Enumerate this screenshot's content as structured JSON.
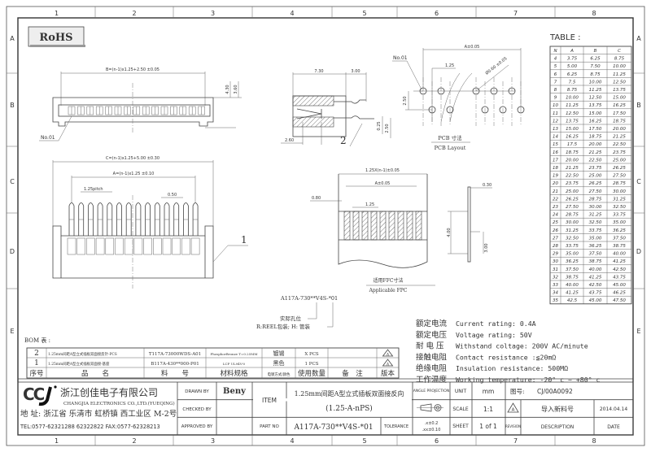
{
  "frame": {
    "columns": [
      "1",
      "2",
      "3",
      "4",
      "5",
      "6",
      "7",
      "8"
    ],
    "rows": [
      "A",
      "B",
      "C",
      "D",
      "E"
    ]
  },
  "rohs": "RoHS",
  "top_view": {
    "dim_b": "B=(n-1)x1.25+2.50 ±0.05",
    "dim_h1": "4.30",
    "dim_h2": "3.60",
    "pin1": "No.01"
  },
  "side_view": {
    "dim_body": "7.30",
    "dim_pin": "3.00",
    "dim_left": "2.60",
    "dim_thick": "0.25",
    "dim_height": "2.50",
    "callout": "2"
  },
  "pcb": {
    "dim_a": "A±0.05",
    "pin1": "No.01",
    "pitch": "1.25",
    "hole": "Ø0.60 ±0.05",
    "row_gap": "2.50",
    "title_cn": "PCB 寸法",
    "title_en": "PCB Layout"
  },
  "front_view": {
    "dim_c": "C=(n-1)x1.25+5.00 ±0.30",
    "dim_a": "A=(n-1)x1.25 ±0.10",
    "pitch": "1.25pitch",
    "gap": "0.50",
    "callout": "1"
  },
  "ffc": {
    "dim_total": "1.25X(n-1)±0.05",
    "dim_a": "A±0.05",
    "dim_edge": "0.80",
    "pitch": "1.25",
    "thickness": "0.30",
    "len1": "4.00",
    "len2": "3.00",
    "title_cn": "适用FFC寸法",
    "title_en": "Applicable FPC"
  },
  "part_code": {
    "code": "A117A-730**V4S-*01",
    "note1": "实际孔位",
    "note2": "R:REEL包装; H: 管装"
  },
  "table": {
    "title": "TABLE :",
    "headers": [
      "N",
      "A",
      "B",
      "C"
    ],
    "rows": [
      [
        "4",
        "3.75",
        "6.25",
        "8.75"
      ],
      [
        "5",
        "5.00",
        "7.50",
        "10.00"
      ],
      [
        "6",
        "6.25",
        "8.75",
        "11.25"
      ],
      [
        "7",
        "7.5",
        "10.00",
        "12.50"
      ],
      [
        "8",
        "8.75",
        "11.25",
        "13.75"
      ],
      [
        "9",
        "10.00",
        "12.50",
        "15.00"
      ],
      [
        "10",
        "11.25",
        "13.75",
        "16.25"
      ],
      [
        "11",
        "12.50",
        "15.00",
        "17.50"
      ],
      [
        "12",
        "13.75",
        "16.25",
        "18.75"
      ],
      [
        "13",
        "15.00",
        "17.50",
        "20.00"
      ],
      [
        "14",
        "16.25",
        "18.75",
        "21.25"
      ],
      [
        "15",
        "17.5",
        "20.00",
        "22.50"
      ],
      [
        "16",
        "18.75",
        "21.25",
        "23.75"
      ],
      [
        "17",
        "20.00",
        "22.50",
        "25.00"
      ],
      [
        "18",
        "21.25",
        "23.75",
        "26.25"
      ],
      [
        "19",
        "22.50",
        "25.00",
        "27.50"
      ],
      [
        "20",
        "23.75",
        "26.25",
        "28.75"
      ],
      [
        "21",
        "25.00",
        "27.50",
        "30.00"
      ],
      [
        "22",
        "26.25",
        "28.75",
        "31.25"
      ],
      [
        "23",
        "27.50",
        "30.00",
        "32.50"
      ],
      [
        "24",
        "28.75",
        "31.25",
        "33.75"
      ],
      [
        "25",
        "30.00",
        "32.50",
        "35.00"
      ],
      [
        "26",
        "31.25",
        "33.75",
        "36.25"
      ],
      [
        "27",
        "32.50",
        "35.00",
        "37.50"
      ],
      [
        "28",
        "33.75",
        "36.25",
        "38.75"
      ],
      [
        "29",
        "35.00",
        "37.50",
        "40.00"
      ],
      [
        "30",
        "36.25",
        "38.75",
        "41.25"
      ],
      [
        "31",
        "37.50",
        "40.00",
        "42.50"
      ],
      [
        "32",
        "38.75",
        "41.25",
        "43.75"
      ],
      [
        "33",
        "40.00",
        "42.50",
        "45.00"
      ],
      [
        "34",
        "41.25",
        "43.75",
        "46.25"
      ],
      [
        "35",
        "42.5",
        "45.00",
        "47.50"
      ]
    ]
  },
  "specs": [
    {
      "cn": "额定电流",
      "en": "Current rating: 0.4A"
    },
    {
      "cn": "额定电压",
      "en": "Voltage rating: 50V"
    },
    {
      "cn": "耐 电 压",
      "en": "Withstand coltage: 200V AC/minute"
    },
    {
      "cn": "接触电阻",
      "en": "Contact resistance :≦20mΩ"
    },
    {
      "cn": "绝缘电阻",
      "en": "Insulation resistance: 500MΩ"
    },
    {
      "cn": "工作温度",
      "en": "Working temperature: -20° c ~ +80° c"
    }
  ],
  "bom": {
    "title": "BOM 表 :",
    "headers": [
      "序号",
      "品　　名",
      "料　　号",
      "材料规格",
      "电镀方式/颜色",
      "使用数量",
      "备　注",
      "版本"
    ],
    "rows": [
      [
        "2",
        "1.25mm间距A型立式插板双面接反针-PCS",
        "T117A-73000WDS-A01",
        "PhosphorBronze T=0.25MM",
        "镀锡",
        "X PCS",
        "",
        "A"
      ],
      [
        "1",
        "1.25mm间距A型立式插板双面接-基座",
        "B117A-430**000-P01",
        "LCP UL94V-0",
        "黑色",
        "1 PCS",
        "",
        "A"
      ]
    ]
  },
  "title_block": {
    "company_cn": "浙江创佳电子有限公司",
    "company_en": "CHANGJIA ELECTRONICS CO.,LTD.(YUEQING)",
    "address": "地 址: 浙江省 乐清市 虹桥镇 西工业区 M-2号",
    "tel": "TEL:0577-62321288 62322822 FAX:0577-62328213",
    "drawn_by_label": "DRAWN BY",
    "drawn_by": "Beny",
    "checked_by_label": "CHECKED BY",
    "approved_by_label": "APPROVED BY",
    "item_label": "ITEM",
    "item_line1": "1.25mm间距A型立式插板双面接反向",
    "item_line2": "(1.25-A-nPS)",
    "part_no_label": "PART NO",
    "part_no": "A117A-730**V4S-*01",
    "angle_projection_label": "ANGLE PROJECTION",
    "tolerance_label": "TOLERANCE",
    "tolerance_1": ".x±0.2",
    "tolerance_2": ".xx±0.10",
    "unit_label": "UNIT",
    "unit": "mm",
    "scale_label": "SCALE",
    "scale": "1:1",
    "sheet_label": "SHEET",
    "sheet": "1 of 1",
    "drawing_no_label": "图号:",
    "drawing_no": "CJ/00A0092",
    "revision_mark": "A",
    "revision_desc": "导入新料号",
    "revision_date": "2014.04.14",
    "revision_label": "REVISION",
    "description_label": "DESCRIPTION",
    "date_label": "DATE"
  }
}
